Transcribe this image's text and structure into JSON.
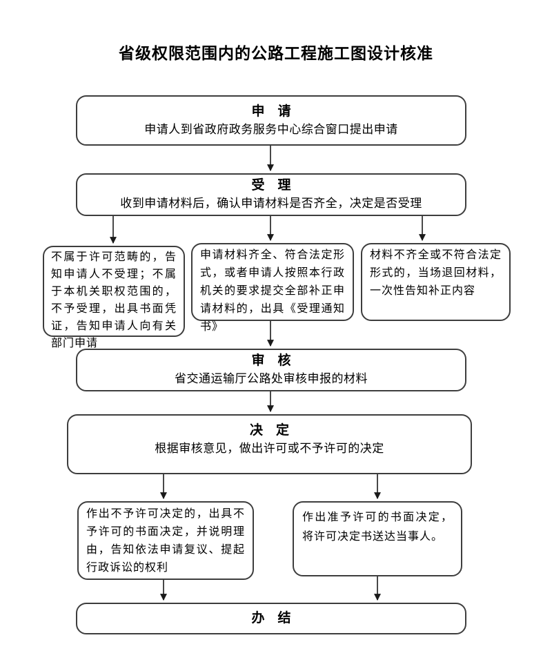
{
  "page": {
    "title": "省级权限范围内的公路工程施工图设计核准"
  },
  "flow": {
    "apply": {
      "heading": "申　请",
      "desc": "申请人到省政府政务服务中心综合窗口提出申请"
    },
    "accept": {
      "heading": "受　理",
      "desc": "收到申请材料后，确认申请材料是否齐全，决定是否受理"
    },
    "branch_not_in_scope": {
      "text": "不属于许可范畴的，告知申请人不受理；不属于本机关职权范围的，不予受理，出具书面凭证，告知申请人向有关部门申请"
    },
    "branch_materials_ok": {
      "text": "申请材料齐全、符合法定形式，或者申请人按照本行政机关的要求提交全部补正申请材料的，出具《受理通知书》"
    },
    "branch_materials_missing": {
      "text": "材料不齐全或不符合法定形式的，当场退回材料，一次性告知补正内容"
    },
    "review": {
      "heading": "审　核",
      "desc": "省交通运输厅公路处审核申报的材料"
    },
    "decide": {
      "heading": "决　定",
      "desc": "根据审核意见，做出许可或不予许可的决定"
    },
    "deny": {
      "text": "作出不予许可决定的，出具不予许可的书面决定，并说明理由，告知依法申请复议、提起行政诉讼的权利"
    },
    "grant": {
      "text": "作出准予许可的书面决定，将许可决定书送达当事人。"
    },
    "finish": {
      "heading": "办　结"
    }
  },
  "colors": {
    "background": "#ffffff",
    "border": "#3d3d3d",
    "line": "#1a1a1a",
    "text": "#000000"
  }
}
